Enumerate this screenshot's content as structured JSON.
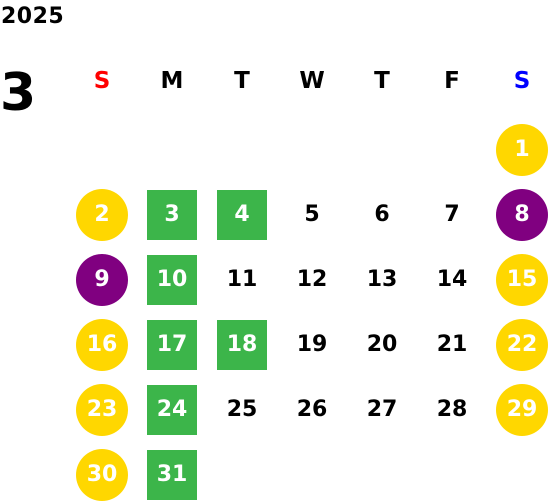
{
  "calendar": {
    "year": "2025",
    "month": "3",
    "weekdays": [
      {
        "label": "S",
        "color": "#ff0000"
      },
      {
        "label": "M",
        "color": "#000000"
      },
      {
        "label": "T",
        "color": "#000000"
      },
      {
        "label": "W",
        "color": "#000000"
      },
      {
        "label": "T",
        "color": "#000000"
      },
      {
        "label": "F",
        "color": "#000000"
      },
      {
        "label": "S",
        "color": "#0000ff"
      }
    ],
    "first_weekday_index": 6,
    "days": [
      {
        "label": "1",
        "mark": "yellow"
      },
      {
        "label": "2",
        "mark": "yellow"
      },
      {
        "label": "3",
        "mark": "green"
      },
      {
        "label": "4",
        "mark": "green"
      },
      {
        "label": "5",
        "mark": ""
      },
      {
        "label": "6",
        "mark": ""
      },
      {
        "label": "7",
        "mark": ""
      },
      {
        "label": "8",
        "mark": "purple"
      },
      {
        "label": "9",
        "mark": "purple"
      },
      {
        "label": "10",
        "mark": "green"
      },
      {
        "label": "11",
        "mark": ""
      },
      {
        "label": "12",
        "mark": ""
      },
      {
        "label": "13",
        "mark": ""
      },
      {
        "label": "14",
        "mark": ""
      },
      {
        "label": "15",
        "mark": "yellow"
      },
      {
        "label": "16",
        "mark": "yellow"
      },
      {
        "label": "17",
        "mark": "green"
      },
      {
        "label": "18",
        "mark": "green"
      },
      {
        "label": "19",
        "mark": ""
      },
      {
        "label": "20",
        "mark": ""
      },
      {
        "label": "21",
        "mark": ""
      },
      {
        "label": "22",
        "mark": "yellow"
      },
      {
        "label": "23",
        "mark": "yellow"
      },
      {
        "label": "24",
        "mark": "green"
      },
      {
        "label": "25",
        "mark": ""
      },
      {
        "label": "26",
        "mark": ""
      },
      {
        "label": "27",
        "mark": ""
      },
      {
        "label": "28",
        "mark": ""
      },
      {
        "label": "29",
        "mark": "yellow"
      },
      {
        "label": "30",
        "mark": "yellow"
      },
      {
        "label": "31",
        "mark": "green"
      }
    ]
  },
  "colors": {
    "yellow": "#ffd700",
    "green": "#3cb54a",
    "purple": "#800080",
    "text": "#000000",
    "marked_text": "#ffffff"
  }
}
